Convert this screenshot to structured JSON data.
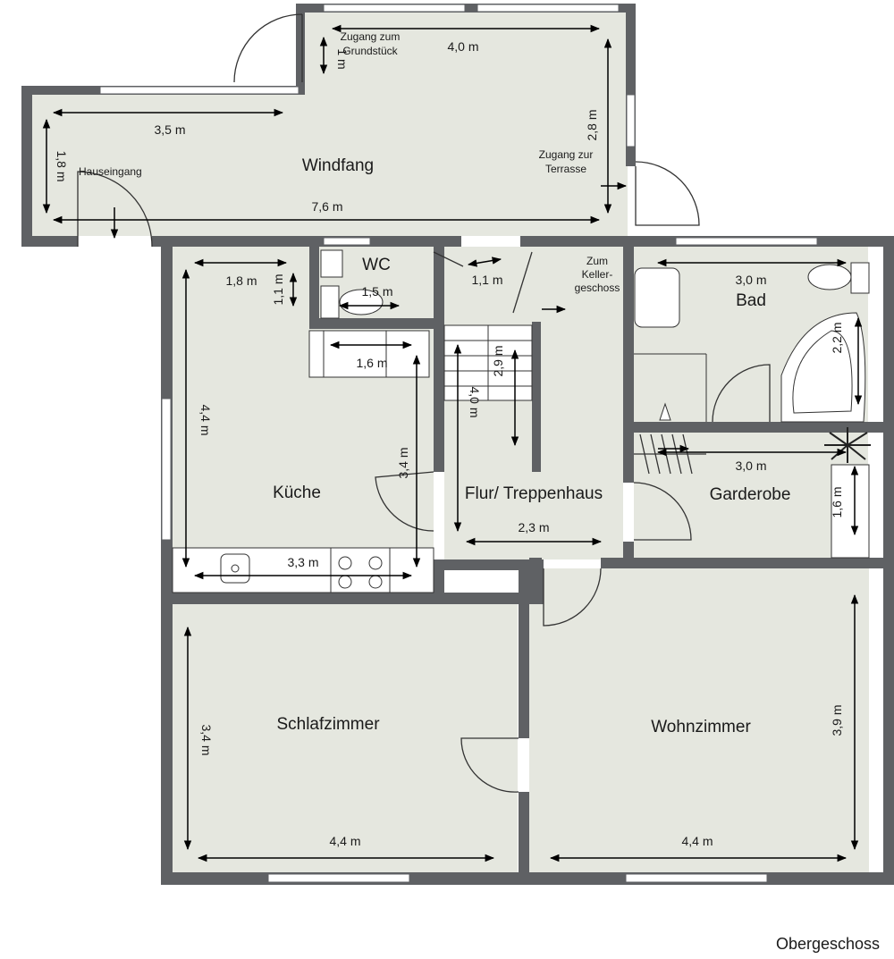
{
  "floor_name": "Obergeschoss",
  "rooms": {
    "windfang": "Windfang",
    "wc": "WC",
    "bad": "Bad",
    "kueche": "Küche",
    "flur": "Flur/ Treppenhaus",
    "garderobe": "Garderobe",
    "schlafzimmer": "Schlafzimmer",
    "wohnzimmer": "Wohnzimmer"
  },
  "notes": {
    "zugang_grundstueck_1": "Zugang zum",
    "zugang_grundstueck_2": "Grundstück",
    "hauseingang": "Hauseingang",
    "zugang_terrasse_1": "Zugang zur",
    "zugang_terrasse_2": "Terrasse",
    "keller_1": "Zum",
    "keller_2": "Keller-",
    "keller_3": "geschoss"
  },
  "dimensions": {
    "grundstueck_width": "4,0 m",
    "grundstueck_height": "1 m",
    "windfang_left_width": "3,5 m",
    "windfang_height": "1,8 m",
    "windfang_right_height": "2,8 m",
    "windfang_total": "7,6 m",
    "kueche_top": "1,8 m",
    "kueche_niche": "1,1 m",
    "wc_width": "1,5 m",
    "flur_door": "1,1 m",
    "bad_width": "3,0 m",
    "bad_tub": "2,2 m",
    "kueche_cabinet": "1,6 m",
    "treppe": "2,9 m",
    "flur_height": "4,0 m",
    "kueche_height": "4,4 m",
    "kueche_inner": "3,4 m",
    "garderobe_width": "3,0 m",
    "garderobe_height": "1,6 m",
    "flur_width": "2,3 m",
    "kueche_bottom": "3,3 m",
    "schlaf_height": "3,4 m",
    "schlaf_width": "4,4 m",
    "wohn_height": "3,9 m",
    "wohn_width": "4,4 m"
  },
  "colors": {
    "wall": "#5f6164",
    "floor": "#e5e7df",
    "window": "#ffffff"
  }
}
